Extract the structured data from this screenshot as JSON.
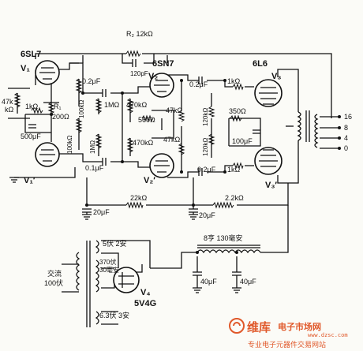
{
  "tubes": {
    "v1_type": "6SL7",
    "v1": "V₁",
    "v1p": "V₁′",
    "v2_type": "6SN7",
    "v2": "V₂",
    "v2p": "V₂′",
    "v3_type": "6L6",
    "v3": "V₃",
    "v3p": "V₃′",
    "v4": "V₄",
    "v4_type": "5V4G"
  },
  "components": {
    "r2": "R₂ 12kΩ",
    "c_fb": "120pF",
    "r_in": "47k",
    "r_in_unit": "kΩ",
    "r_1k_a": "1kΩ",
    "r1": "R₁",
    "r1_val": "200Ω",
    "c_500": "500μF",
    "r_100k_v1": "100kΩ",
    "r_100k_v1b": "100kΩ",
    "c_02_a": "0.2μF",
    "c_01": "0.1μF",
    "r_1m_a": "1MΩ",
    "r_1m_b": "1MΩ",
    "r_470k_a": "470kΩ",
    "r_560": "560Ω",
    "r_470k_b": "470kΩ",
    "r_47k_a": "47kΩ",
    "r_47k_b": "47kΩ",
    "c_02_b": "0.2μF",
    "c_02_c": "0.2μF",
    "r_1k_b": "1kΩ",
    "r_1k_c": "1kΩ",
    "r_120k_a": "120kΩ",
    "r_120k_b": "120kΩ",
    "r_350": "350Ω",
    "c_100": "100μF",
    "r_22k": "22kΩ",
    "r_22k_b": "2.2kΩ",
    "c_20_a": "20μF",
    "c_20_b": "20μF",
    "choke": "8亨 130毫安",
    "c_40_a": "40μF",
    "c_40_b": "40μF"
  },
  "output_taps": [
    "16",
    "8",
    "4",
    "0"
  ],
  "power": {
    "mains": "交流",
    "mains_v": "100伏",
    "w1": "5伏 2安",
    "w2": "370伏",
    "w2b": "30毫安",
    "w3": "6.3伏 3安"
  },
  "watermark": {
    "brand": "维库",
    "site": "电子市场网",
    "url": "www.dzsc.com",
    "tagline": "专业电子元器件交易网站"
  },
  "colors": {
    "ink": "#111111",
    "paper": "#fbfbf7",
    "watermark": "#e0582a"
  }
}
